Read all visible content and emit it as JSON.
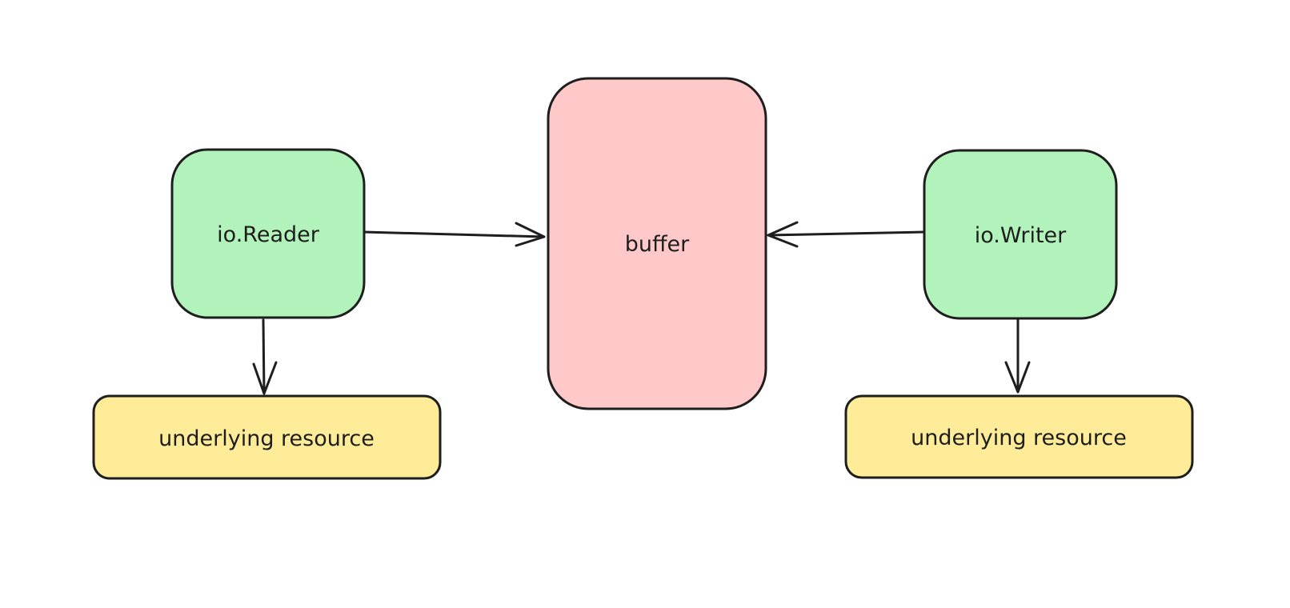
{
  "diagram": {
    "nodes": {
      "reader": {
        "label": "io.Reader",
        "fill": "#b2f2bb"
      },
      "buffer": {
        "label": "buffer",
        "fill": "#ffc9c9"
      },
      "writer": {
        "label": "io.Writer",
        "fill": "#b2f2bb"
      },
      "reader_resource": {
        "label": "underlying resource",
        "fill": "#ffec99"
      },
      "writer_resource": {
        "label": "underlying resource",
        "fill": "#ffec99"
      }
    },
    "edges": [
      {
        "from": "reader",
        "to": "buffer"
      },
      {
        "from": "writer",
        "to": "buffer"
      },
      {
        "from": "reader",
        "to": "reader_resource"
      },
      {
        "from": "writer",
        "to": "writer_resource"
      }
    ],
    "stroke_color": "#1e1e1e",
    "background": "#ffffff"
  }
}
